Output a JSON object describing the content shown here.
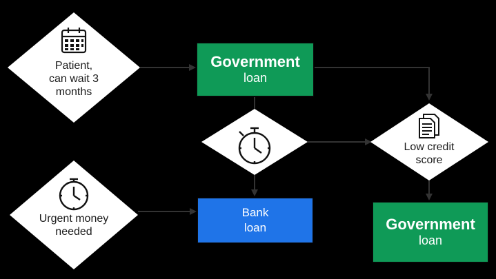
{
  "colors": {
    "background": "#000000",
    "diamond_fill": "#ffffff",
    "government_green": "#0f9a57",
    "bank_blue": "#1f74e8",
    "connector": "#333333"
  },
  "nodes": {
    "patient": {
      "icon": "calendar-icon",
      "lines": [
        "Patient,",
        "can wait 3",
        "months"
      ]
    },
    "timer": {
      "icon": "stopwatch-icon"
    },
    "urgent": {
      "icon": "stopwatch-icon",
      "lines": [
        "Urgent money",
        "needed"
      ]
    },
    "low_credit": {
      "icon": "document-icon",
      "lines": [
        "Low credit",
        "score"
      ]
    },
    "gov_loan_top": {
      "title": "Government",
      "subtitle": "loan"
    },
    "bank_loan": {
      "line1": "Bank",
      "line2": "loan"
    },
    "gov_loan_bottom": {
      "title": "Government",
      "subtitle": "loan"
    }
  }
}
